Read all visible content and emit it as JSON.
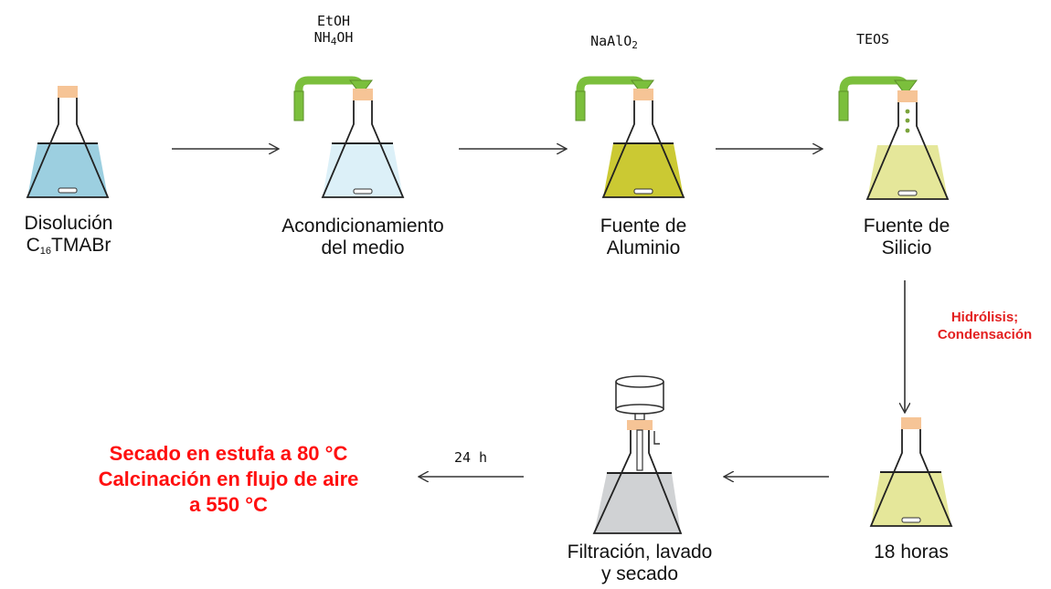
{
  "colors": {
    "liquid_blue": "#9ccfe0",
    "liquid_lightblue": "#dcf0f8",
    "liquid_olive": "#cbc933",
    "liquid_yellow": "#e5e79a",
    "liquid_gray": "#d0d2d4",
    "stopper": "#f6c496",
    "green_arrow": "#7bbf3c",
    "red_text": "#ff1010"
  },
  "steps": [
    {
      "line1": "Disolución",
      "line2_pre": "C",
      "line2_sub": "16",
      "line2_post": "TMABr"
    },
    {
      "line1": "Acondicionamiento",
      "line2": "del medio"
    },
    {
      "line1": "Fuente de",
      "line2": "Aluminio"
    },
    {
      "line1": "Fuente de",
      "line2": "Silicio"
    },
    {
      "line1": "18 horas"
    },
    {
      "line1": "Filtración, lavado",
      "line2": "y secado"
    }
  ],
  "reagents": {
    "r1_line1": "EtOH",
    "r1_line2_pre": "NH",
    "r1_line2_sub": "4",
    "r1_line2_post": "OH",
    "r2_pre": "NaAlO",
    "r2_sub": "2",
    "r3": "TEOS"
  },
  "hydrolysis": {
    "line1": "Hidrólisis;",
    "line2": "Condensación"
  },
  "time_label": "24 h",
  "final_text": {
    "line1": "Secado en estufa a 80 °C",
    "line2": "Calcinación en flujo de aire",
    "line3": "a 550 °C"
  }
}
